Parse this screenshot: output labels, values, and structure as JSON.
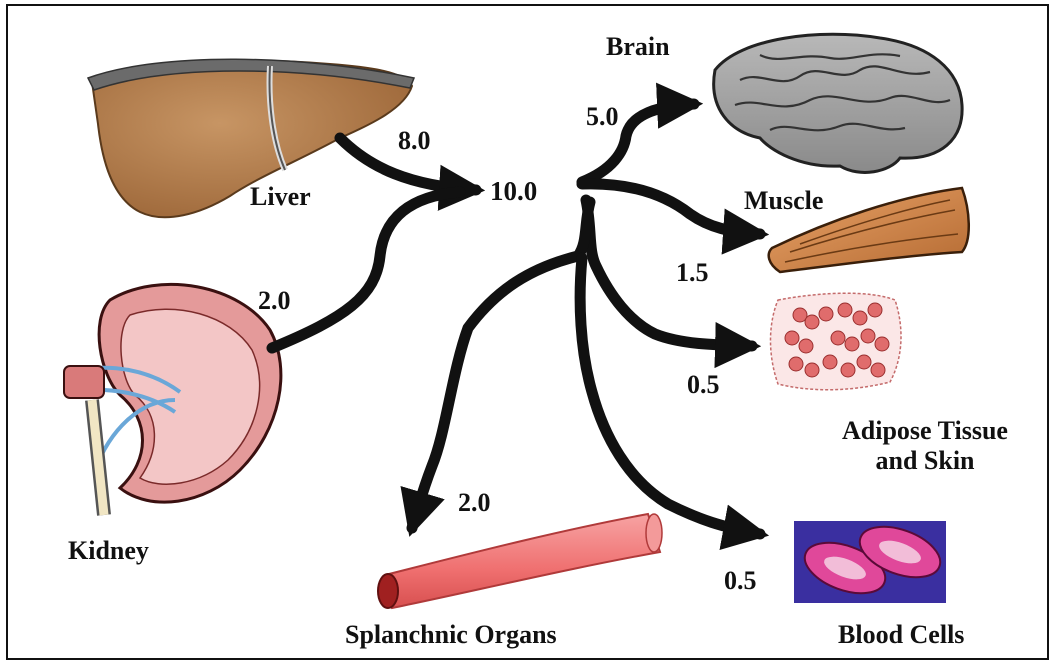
{
  "organs": {
    "liver": "Liver",
    "kidney": "Kidney",
    "brain": "Brain",
    "muscle": "Muscle",
    "adipose_line1": "Adipose Tissue",
    "adipose_line2": "and Skin",
    "splanchnic": "Splanchnic Organs",
    "blood": "Blood Cells"
  },
  "values": {
    "liver": "8.0",
    "kidney": "2.0",
    "total": "10.0",
    "brain": "5.0",
    "muscle": "1.5",
    "adipose": "0.5",
    "splanchnic": "2.0",
    "blood": "0.5"
  },
  "colors": {
    "arrow": "#111111",
    "liver": "#b27a4a",
    "kidney": "#e49a9a",
    "brain": "#9d9d9d",
    "muscle": "#d08a4e",
    "adipose": "#e06c6c",
    "vessel": "#f07a7a",
    "blood_bg": "#3a2fa0",
    "blood_cell": "#e0489a"
  }
}
